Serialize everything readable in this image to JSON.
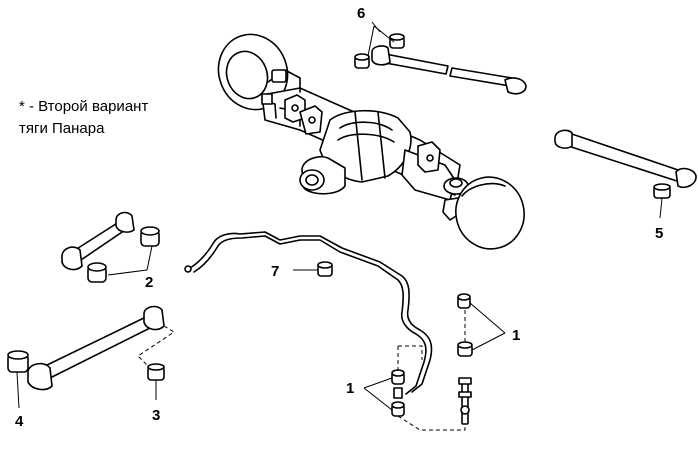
{
  "note": {
    "line1": "* - Второй вариант",
    "line2": "тяги Панара"
  },
  "callouts": {
    "c1a": "1",
    "c1b": "1",
    "c2": "2",
    "c3": "3",
    "c4": "4",
    "c5": "5",
    "c6": "6",
    "c7": "7"
  }
}
